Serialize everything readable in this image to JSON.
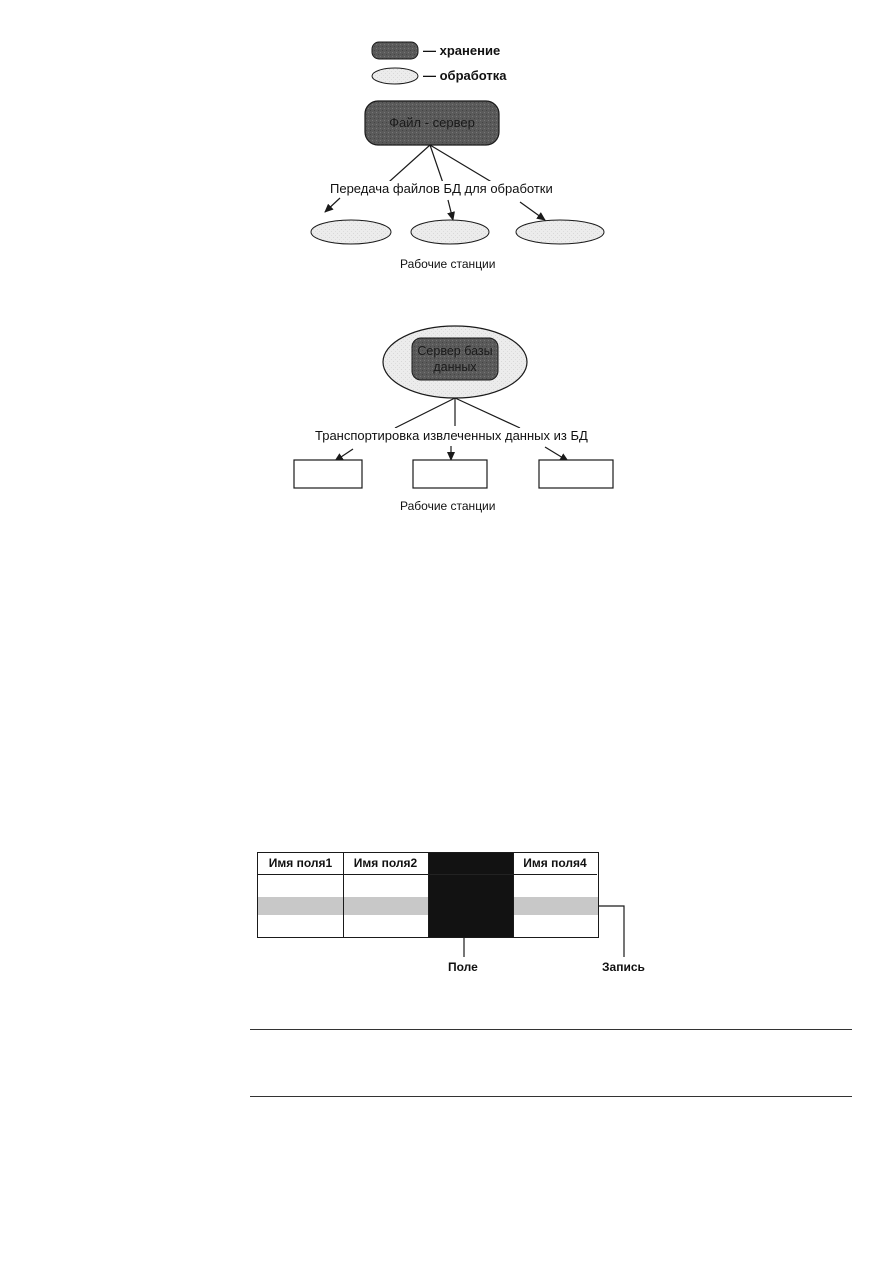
{
  "legend": {
    "storage_label": "— хранение",
    "processing_label": "— обработка"
  },
  "diagram1": {
    "server_label": "Файл - сервер",
    "transfer_label": "Передача файлов БД для обработки",
    "workstations_label": "Рабочие станции"
  },
  "diagram2": {
    "server_label": "Сервер базы данных",
    "transfer_label": "Транспортировка извлеченных данных из БД",
    "workstations_label": "Рабочие станции"
  },
  "table": {
    "headers": [
      "Имя поля1",
      "Имя поля2",
      "",
      "Имя поля4"
    ],
    "field_label": "Поле",
    "record_label": "Запись"
  },
  "colors": {
    "storage": "#555555",
    "processing": "#e6e6e6",
    "field_column": "#121212",
    "record_row": "#c8c8c8"
  }
}
